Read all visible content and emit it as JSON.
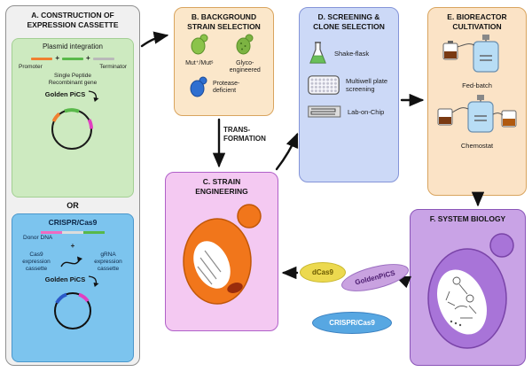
{
  "symbols": {
    "plus": "+"
  },
  "a": {
    "title": "A. CONSTRUCTION OF EXPRESSION CASSETTE",
    "plasmid": {
      "title": "Plasmid integration",
      "promoter": "Promoter",
      "terminator": "Terminator",
      "single_peptide": "Single Peptide",
      "recombinant_gene": "Recombinant gene",
      "golden_pics": "Golden PiCS"
    },
    "or": "OR",
    "crispr": {
      "title": "CRISPR/Cas9",
      "donor_dna": "Donor DNA",
      "cas9_cassette": "Cas9 expression cassette",
      "grna_cassette": "gRNA expression cassette",
      "golden_pics": "Golden PiCS"
    }
  },
  "b": {
    "title": "B. BACKGROUND STRAIN SELECTION",
    "items": [
      "Mut⁺/Mutˢ",
      "Glyco-engineered",
      "Protease-deficient"
    ]
  },
  "transformation": "TRANS-FORMATION",
  "c": {
    "title": "C. STRAIN ENGINEERING"
  },
  "d": {
    "title": "D. SCREENING & CLONE SELECTION",
    "items": [
      "Shake-flask",
      "Multiwell plate screening",
      "Lab-on-Chip"
    ]
  },
  "e": {
    "title": "E. BIOREACTOR CULTIVATION",
    "items": [
      "Fed-batch",
      "Chemostat"
    ]
  },
  "f": {
    "title": "F. SYSTEM BIOLOGY"
  },
  "tools": [
    "dCas9",
    "GoldenPiCS",
    "CRISPR/Cas9"
  ],
  "colors": {
    "panel_a_bg": "#f0f0f0",
    "plasmid_panel_bg": "#cdeac0",
    "crispr_panel_bg": "#7cc4ee",
    "panel_b_bg": "#fbe7ca",
    "panel_c_bg": "#f4c9f2",
    "panel_d_bg": "#ccd9f7",
    "panel_e_bg": "#fbe3c6",
    "panel_f_bg": "#c9a3e6",
    "yeast_orange": "#f1761b",
    "yeast_green": "#8bc34a",
    "yeast_blue": "#2f6fd0",
    "tool_dcas9_bg": "#ecd94f",
    "tool_goldenpics_bg": "#c9a2e0",
    "tool_crispr_bg": "#57a7e2",
    "arrow": "#111111"
  }
}
